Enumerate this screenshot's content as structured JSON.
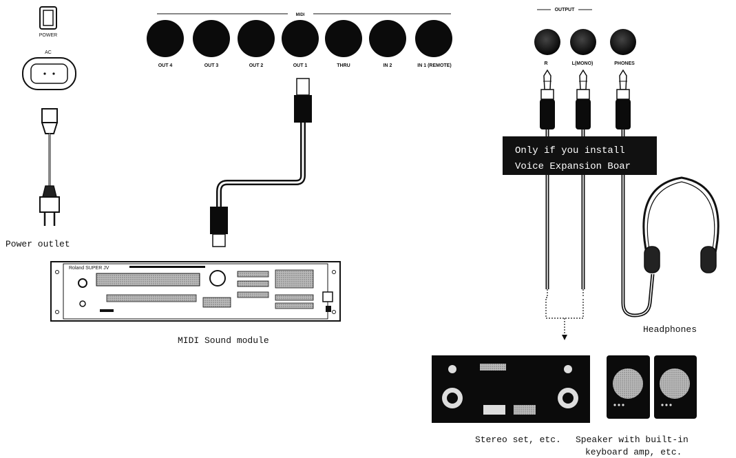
{
  "ac_panel": {
    "power_label": "POWER",
    "ac_label": "AC"
  },
  "power_outlet_label": "Power outlet",
  "midi": {
    "header": "MIDI",
    "ports": [
      "OUT 4",
      "OUT 3",
      "OUT 2",
      "OUT 1",
      "THRU",
      "IN 2",
      "IN 1 (REMOTE)"
    ]
  },
  "output": {
    "header": "OUTPUT",
    "jacks": [
      "R",
      "L(MONO)",
      "PHONES"
    ]
  },
  "expansion_note": {
    "line1": "Only if you install",
    "line2": "Voice Expansion Boar"
  },
  "sound_module": {
    "brand": "Roland SUPER JV",
    "caption": "MIDI Sound module"
  },
  "headphones_label": "Headphones",
  "stereo_caption": "Stereo set, etc.",
  "speaker_caption_line1": "Speaker with built-in",
  "speaker_caption_line2": "keyboard amp, etc.",
  "colors": {
    "ink": "#111111",
    "panel_fill": "#f4f4f4",
    "label_box": "#111111"
  }
}
